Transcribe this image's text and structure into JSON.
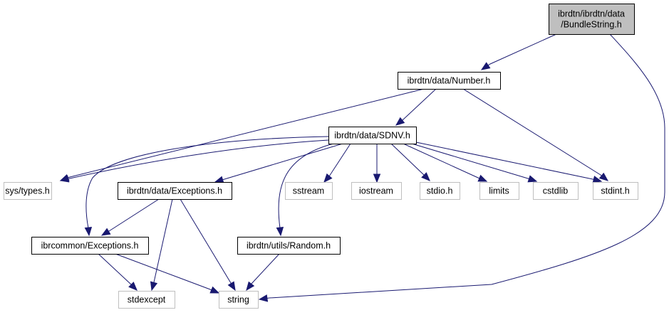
{
  "diagram": {
    "type": "include-dependency-graph",
    "colors": {
      "edge": "#191970",
      "root_fill": "#bfbfbf",
      "documented_border": "#000000",
      "external_border": "#bfbfbf"
    },
    "nodes": [
      {
        "id": "bundlestring",
        "lines": [
          "ibrdtn/ibrdtn/data",
          "/BundleString.h"
        ],
        "kind": "root"
      },
      {
        "id": "number",
        "lines": [
          "ibrdtn/data/Number.h"
        ],
        "kind": "doc"
      },
      {
        "id": "sdnv",
        "lines": [
          "ibrdtn/data/SDNV.h"
        ],
        "kind": "doc"
      },
      {
        "id": "systypes",
        "lines": [
          "sys/types.h"
        ],
        "kind": "ext"
      },
      {
        "id": "dataexceptions",
        "lines": [
          "ibrdtn/data/Exceptions.h"
        ],
        "kind": "doc"
      },
      {
        "id": "sstream",
        "lines": [
          "sstream"
        ],
        "kind": "ext"
      },
      {
        "id": "iostream",
        "lines": [
          "iostream"
        ],
        "kind": "ext"
      },
      {
        "id": "stdio",
        "lines": [
          "stdio.h"
        ],
        "kind": "ext"
      },
      {
        "id": "limits",
        "lines": [
          "limits"
        ],
        "kind": "ext"
      },
      {
        "id": "cstdlib",
        "lines": [
          "cstdlib"
        ],
        "kind": "ext"
      },
      {
        "id": "stdint",
        "lines": [
          "stdint.h"
        ],
        "kind": "ext"
      },
      {
        "id": "commonexceptions",
        "lines": [
          "ibrcommon/Exceptions.h"
        ],
        "kind": "doc"
      },
      {
        "id": "random",
        "lines": [
          "ibrdtn/utils/Random.h"
        ],
        "kind": "doc"
      },
      {
        "id": "stdexcept",
        "lines": [
          "stdexcept"
        ],
        "kind": "ext"
      },
      {
        "id": "string",
        "lines": [
          "string"
        ],
        "kind": "ext"
      }
    ],
    "edges": [
      {
        "from": "bundlestring",
        "to": "number"
      },
      {
        "from": "bundlestring",
        "to": "string"
      },
      {
        "from": "number",
        "to": "systypes"
      },
      {
        "from": "number",
        "to": "sdnv"
      },
      {
        "from": "number",
        "to": "stdint"
      },
      {
        "from": "sdnv",
        "to": "systypes"
      },
      {
        "from": "sdnv",
        "to": "commonexceptions"
      },
      {
        "from": "sdnv",
        "to": "dataexceptions"
      },
      {
        "from": "sdnv",
        "to": "random"
      },
      {
        "from": "sdnv",
        "to": "sstream"
      },
      {
        "from": "sdnv",
        "to": "iostream"
      },
      {
        "from": "sdnv",
        "to": "stdio"
      },
      {
        "from": "sdnv",
        "to": "limits"
      },
      {
        "from": "sdnv",
        "to": "cstdlib"
      },
      {
        "from": "sdnv",
        "to": "stdint"
      },
      {
        "from": "dataexceptions",
        "to": "commonexceptions"
      },
      {
        "from": "dataexceptions",
        "to": "stdexcept"
      },
      {
        "from": "dataexceptions",
        "to": "string"
      },
      {
        "from": "commonexceptions",
        "to": "stdexcept"
      },
      {
        "from": "commonexceptions",
        "to": "string"
      },
      {
        "from": "random",
        "to": "string"
      }
    ]
  }
}
